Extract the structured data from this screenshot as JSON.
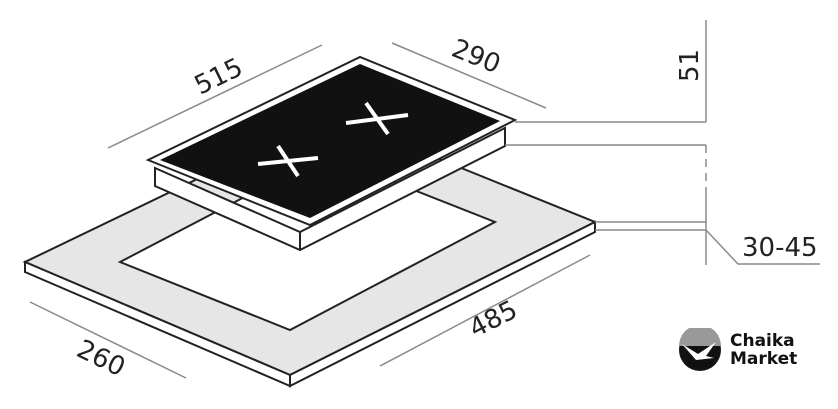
{
  "dimensions": {
    "hob_depth": "515",
    "hob_width": "290",
    "hob_height": "51",
    "cutout_width": "485",
    "cutout_depth": "260",
    "countertop_thickness": "30-45"
  },
  "logo": {
    "line1": "Chaika",
    "line2": "Market"
  },
  "colors": {
    "glass": "#111111",
    "countertop": "#e6e6e6",
    "dimension_line": "#8a8a8a"
  }
}
